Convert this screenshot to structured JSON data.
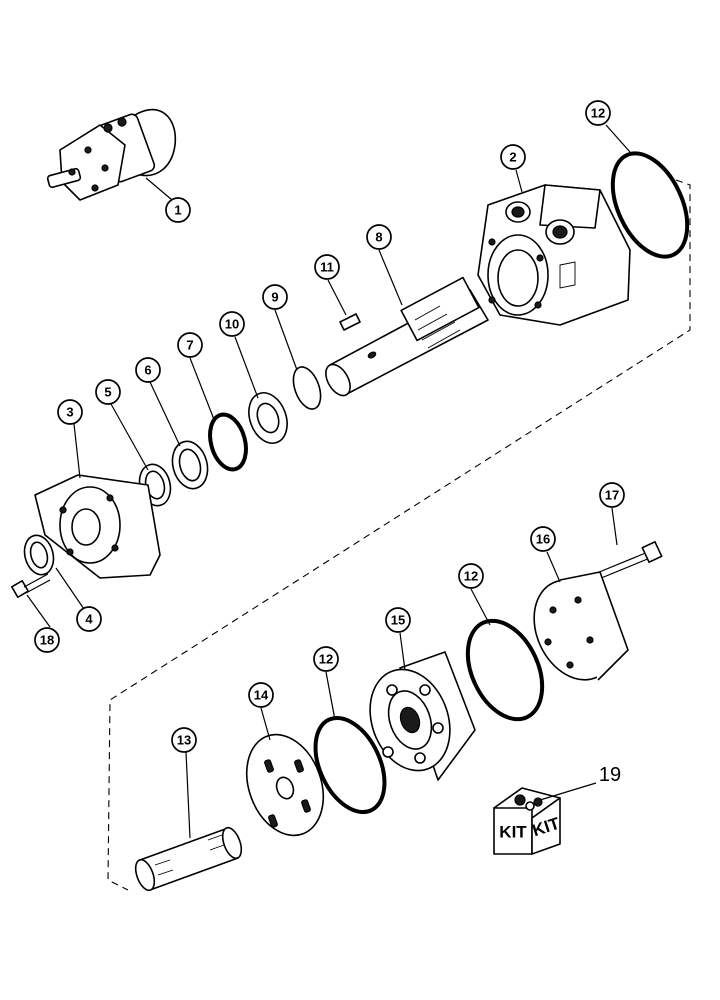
{
  "callouts": [
    {
      "id": "c1",
      "label": "1"
    },
    {
      "id": "c2",
      "label": "2"
    },
    {
      "id": "c3",
      "label": "3"
    },
    {
      "id": "c4",
      "label": "4"
    },
    {
      "id": "c5",
      "label": "5"
    },
    {
      "id": "c6",
      "label": "6"
    },
    {
      "id": "c7",
      "label": "7"
    },
    {
      "id": "c8",
      "label": "8"
    },
    {
      "id": "c9",
      "label": "9"
    },
    {
      "id": "c10",
      "label": "10"
    },
    {
      "id": "c11",
      "label": "11"
    },
    {
      "id": "c12a",
      "label": "12"
    },
    {
      "id": "c12b",
      "label": "12"
    },
    {
      "id": "c12c",
      "label": "12"
    },
    {
      "id": "c13",
      "label": "13"
    },
    {
      "id": "c14",
      "label": "14"
    },
    {
      "id": "c15",
      "label": "15"
    },
    {
      "id": "c16",
      "label": "16"
    },
    {
      "id": "c17",
      "label": "17"
    },
    {
      "id": "c18",
      "label": "18"
    }
  ],
  "kit": {
    "number": "19",
    "label_left": "KIT",
    "label_right": "KIT"
  }
}
